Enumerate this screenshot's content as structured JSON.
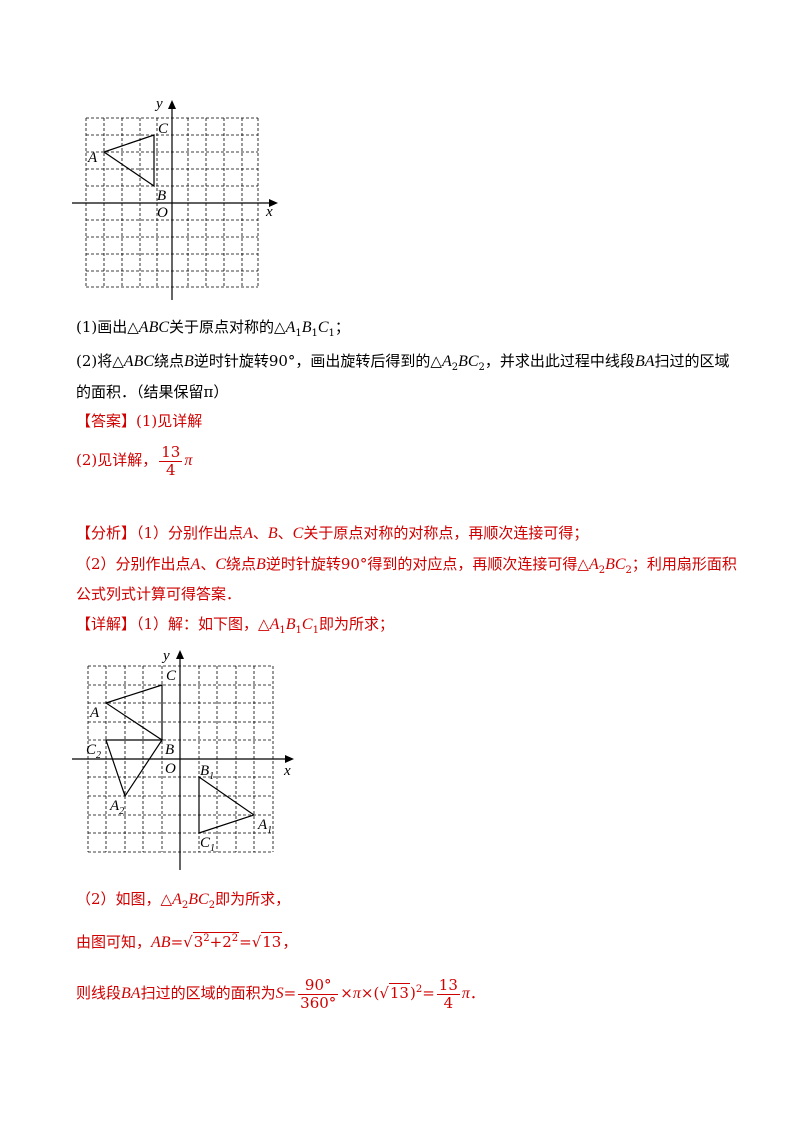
{
  "figure1": {
    "labels": {
      "y": "y",
      "x": "x",
      "C": "C",
      "A": "A",
      "B": "B",
      "O": "O"
    }
  },
  "figure2": {
    "labels": {
      "y": "y",
      "x": "x",
      "C": "C",
      "A": "A",
      "C2": "C",
      "C2_sub": "2",
      "B": "B",
      "O": "O",
      "B1": "B",
      "B1_sub": "1",
      "A2": "A",
      "A2_sub": "2",
      "A1": "A",
      "A1_sub": "1",
      "C1": "C",
      "C1_sub": "1"
    }
  },
  "q1": {
    "prefix": "(1)画出△",
    "abc": "ABC",
    "mid": "关于原点对称的△",
    "a": "A",
    "one1": "1",
    "b": "B",
    "one2": "1",
    "c": "C",
    "one3": "1",
    "end": "；"
  },
  "q2": {
    "line1_a": "(2)将△",
    "abc": "ABC",
    "line1_b": "绕点",
    "b": "B",
    "line1_c": "逆时针旋转90°，画出旋转后得到的△",
    "a": "A",
    "two1": "2",
    "bc": "BC",
    "two2": "2",
    "line1_d": "，并求出此过程中线段",
    "ba": "BA",
    "line1_e": "扫过的区域",
    "line2": "的面积．（结果保留π）"
  },
  "answer": {
    "tag": "【答案】",
    "text1": "(1)见详解",
    "text2": "(2)见详解，",
    "num": "13",
    "den": "4",
    "pi": "π"
  },
  "analysis": {
    "tag": "【分析】",
    "l1a": "（1）分别作出点",
    "l1A": "A",
    "l1b": "、",
    "l1B": "B",
    "l1c": "、",
    "l1C": "C",
    "l1d": "关于原点对称的对称点，再顺次连接可得；",
    "l2a": "（2）分别作出点",
    "l2A": "A",
    "l2b": "、",
    "l2C": "C",
    "l2c": "绕点",
    "l2B": "B",
    "l2d": "逆时针旋转90°得到的对应点，再顺次连接可得△",
    "l2A2": "A",
    "l2two1": "2",
    "l2BC": "BC",
    "l2two2": "2",
    "l2e": "；利用扇形面积",
    "l3": "公式列式计算可得答案．"
  },
  "detail": {
    "tag": "【详解】",
    "text": "（1）解：如下图，△",
    "a": "A",
    "one1": "1",
    "b": "B",
    "one2": "1",
    "c": "C",
    "one3": "1",
    "end": "即为所求；"
  },
  "part2": {
    "l1a": "（2）如图，△",
    "a": "A",
    "two1": "2",
    "bc": "BC",
    "two2": "2",
    "l1b": "即为所求，",
    "l2a": "由图可知，",
    "ab": "AB",
    "eq": "=",
    "r1": "3",
    "e1": "2",
    "plus": "+",
    "r2": "2",
    "e2": "2",
    "eq2": "=",
    "r3": "13",
    "comma": "，",
    "l3a": "则线段",
    "ba": "BA",
    "l3b": "扫过的区域的面积为",
    "s": "S",
    "eq3": "=",
    "n1": "90°",
    "d1": "360°",
    "times": "×",
    "pi": "π",
    "times2": "×",
    "root": "13",
    "sq": "2",
    "eq4": "=",
    "n2": "13",
    "d2": "4",
    "pi2": "π",
    "end": "．"
  }
}
